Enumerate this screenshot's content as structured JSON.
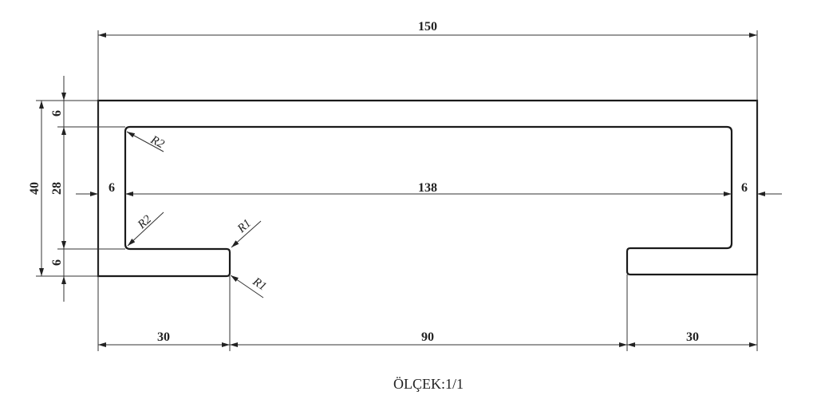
{
  "drawing": {
    "dimensions": {
      "overall_width": "150",
      "inner_width": "138",
      "left_wall": "6",
      "right_wall": "6",
      "overall_height": "40",
      "top_wall": "6",
      "inner_height": "28",
      "bottom_wall": "6",
      "left_leg": "30",
      "gap": "90",
      "right_leg": "30"
    },
    "radii": {
      "top_left_inner": "R2",
      "bottom_left_inner": "R2",
      "leg_inner": "R1",
      "leg_outer": "R1"
    },
    "scale_label": "ÖLÇEK:1/1"
  }
}
